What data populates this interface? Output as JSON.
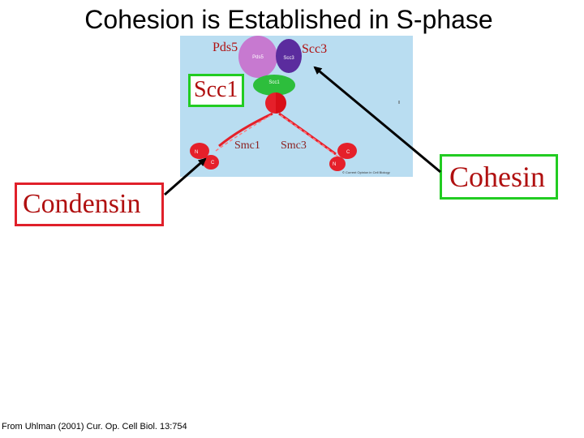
{
  "title": "Cohesion is Established in S-phase",
  "labels": {
    "pds5": "Pds5",
    "scc3": "Scc3",
    "scc1": "Scc1",
    "smc1": "Smc1",
    "smc3": "Smc3",
    "condensin": "Condensin",
    "cohesin": "Cohesin"
  },
  "figure_text": {
    "pds5_inner": "Pds5",
    "scc3_inner": "Scc3",
    "scc1_inner": "Scc1",
    "n_left": "N",
    "c_left": "C",
    "c_right": "C",
    "n_right": "N",
    "copyright": "© Current Opinion in Cell Biology"
  },
  "source": "From Uhlman (2001) Cur. Op. Cell Biol. 13:754",
  "colors": {
    "figure_bg": "#b9ddf1",
    "pds5": "#c779d0",
    "scc3": "#5b2c9e",
    "scc1": "#2dbe3c",
    "smc": "#e5202a",
    "label_text": "#b01010",
    "condensin_border": "#e0202a",
    "cohesin_border": "#22cc22"
  }
}
